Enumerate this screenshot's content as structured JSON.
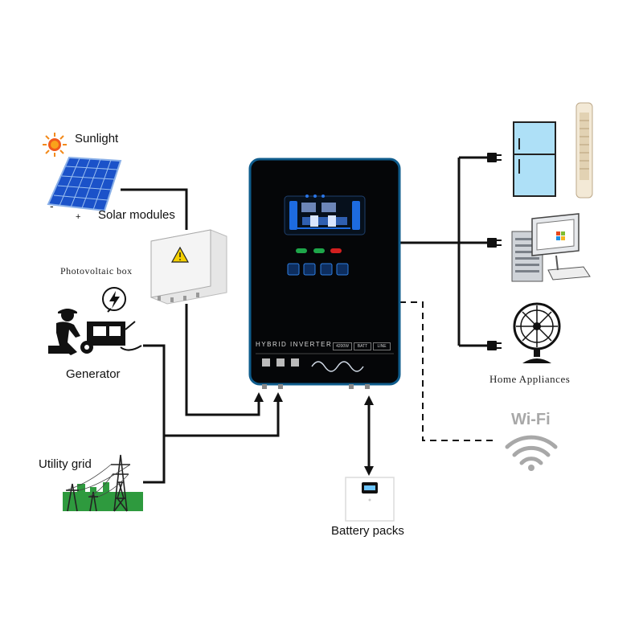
{
  "labels": {
    "sunlight": "Sunlight",
    "solar_modules": "Solar modules",
    "photovoltaic_box": "Photovoltaic box",
    "generator": "Generator",
    "utility_grid": "Utility grid",
    "battery_packs": "Battery packs",
    "home_appliances": "Home Appliances",
    "wifi": "Wi-Fi",
    "panel_minus": "-",
    "panel_plus": "+"
  },
  "inverter": {
    "name": "HYBRID  INVERTER",
    "badges": [
      "4200W",
      "BATT",
      "LINE"
    ]
  }
}
